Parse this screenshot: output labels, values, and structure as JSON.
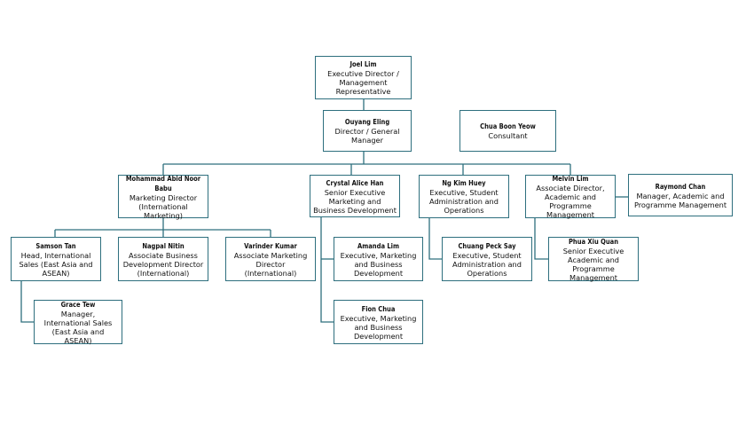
{
  "colors": {
    "border": "#2e6f7e",
    "line": "#2e6f7e",
    "background": "#ffffff"
  },
  "nodes": {
    "joel": {
      "name": "Joel Lim",
      "title": "Executive Director / Management Representative"
    },
    "ouyang": {
      "name": "Ouyang Eling",
      "title": "Director / General Manager"
    },
    "chua": {
      "name": "Chua Boon Yeow",
      "title": "Consultant"
    },
    "mohammad": {
      "name": "Mohammad Abid Noor Babu",
      "title": "Marketing Director (International Marketing)"
    },
    "crystal": {
      "name": "Crystal Alice Han",
      "title": "Senior Executive Marketing and Business Development"
    },
    "ng": {
      "name": "Ng Kim Huey",
      "title": "Executive, Student Administration and Operations"
    },
    "melvin": {
      "name": "Melvin Lim",
      "title": "Associate Director, Academic and Programme Management"
    },
    "raymond": {
      "name": "Raymond Chan",
      "title": "Manager, Academic and Programme Management"
    },
    "samson": {
      "name": "Samson Tan",
      "title": "Head, International Sales (East Asia and ASEAN)"
    },
    "nagpal": {
      "name": "Nagpal Nitin",
      "title": "Associate Business Development Director (International)"
    },
    "varinder": {
      "name": "Varinder Kumar",
      "title": "Associate Marketing Director (International)"
    },
    "amanda": {
      "name": "Amanda Lim",
      "title": "Executive, Marketing and Business Development"
    },
    "chuang": {
      "name": "Chuang Peck Say",
      "title": "Executive, Student Administration and Operations"
    },
    "phua": {
      "name": "Phua Xiu Quan",
      "title": "Senior Executive Academic and Programme Management"
    },
    "grace": {
      "name": "Grace Tew",
      "title": "Manager, International Sales (East Asia and ASEAN)"
    },
    "fion": {
      "name": "Fion Chua",
      "title": "Executive, Marketing and Business Development"
    }
  }
}
